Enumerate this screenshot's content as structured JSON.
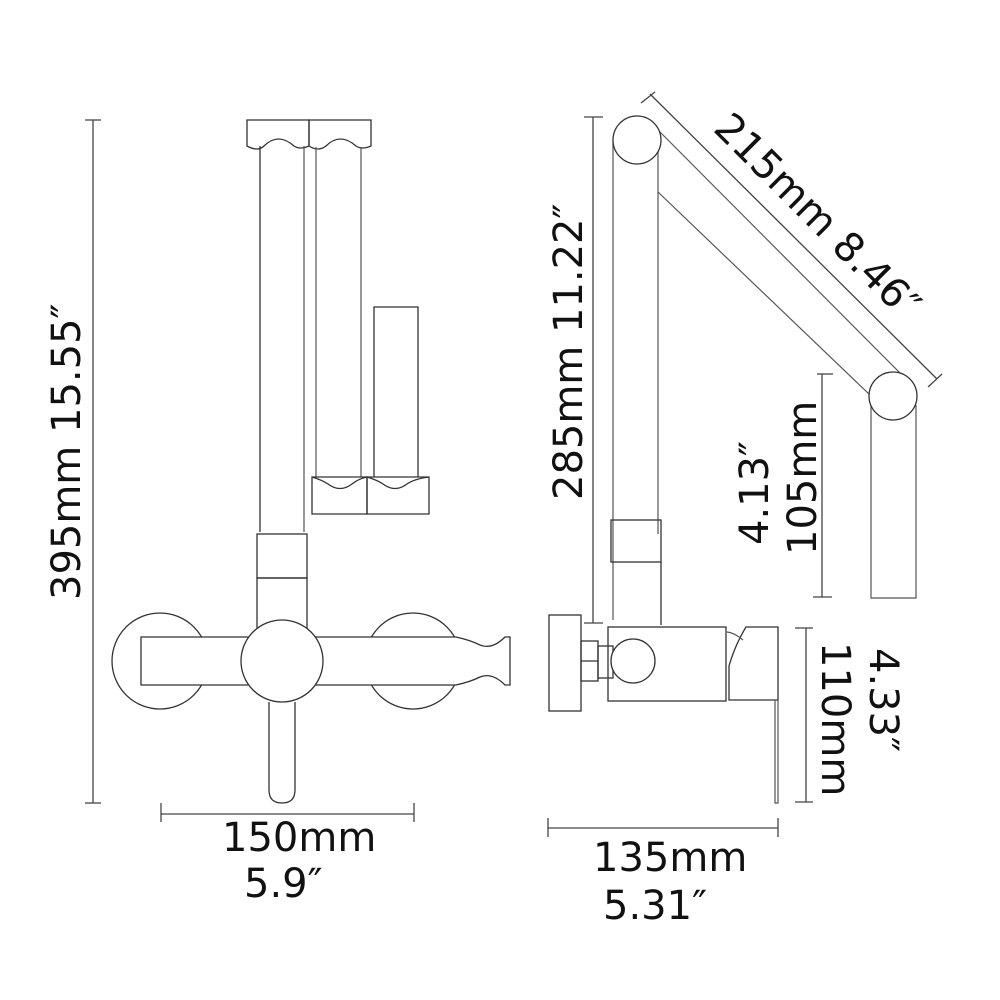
{
  "diagram": {
    "subject": "wall-mounted folding pot filler faucet dimension drawing",
    "stroke_color": "#333333",
    "background": "#ffffff",
    "views": [
      {
        "id": "front",
        "name": "Front view",
        "dimensions": {
          "total_height": {
            "mm": "395mm",
            "inch": "15.55″",
            "label": "395mm 15.55″"
          },
          "width": {
            "mm": "150mm",
            "inch": "5.9″"
          }
        }
      },
      {
        "id": "side",
        "name": "Side view",
        "dimensions": {
          "riser_height": {
            "mm": "285mm",
            "inch": "11.22″",
            "label": "285mm 11.22″"
          },
          "arm_length": {
            "mm": "215mm",
            "inch": "8.46″",
            "label": "215mm 8.46″"
          },
          "spout_drop": {
            "mm": "105mm",
            "inch": "4.13″"
          },
          "body_height": {
            "mm": "110mm",
            "inch": "4.33″"
          },
          "depth": {
            "mm": "135mm",
            "inch": "5.31″"
          }
        }
      }
    ]
  }
}
